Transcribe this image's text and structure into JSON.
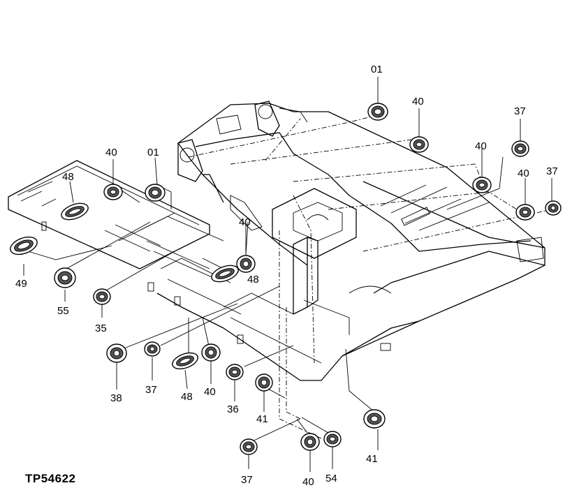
{
  "drawing_code": "TP54622",
  "callouts": [
    {
      "id": "c01a",
      "text": "01"
    },
    {
      "id": "c40a",
      "text": "40"
    },
    {
      "id": "c37a",
      "text": "37"
    },
    {
      "id": "c40b",
      "text": "40"
    },
    {
      "id": "c40c",
      "text": "40"
    },
    {
      "id": "c37b",
      "text": "37"
    },
    {
      "id": "c40d",
      "text": "40"
    },
    {
      "id": "c01b",
      "text": "01"
    },
    {
      "id": "c48a",
      "text": "48"
    },
    {
      "id": "c40e",
      "text": "40"
    },
    {
      "id": "c48b",
      "text": "48"
    },
    {
      "id": "c49",
      "text": "49"
    },
    {
      "id": "c55",
      "text": "55"
    },
    {
      "id": "c35",
      "text": "35"
    },
    {
      "id": "c38",
      "text": "38"
    },
    {
      "id": "c37c",
      "text": "37"
    },
    {
      "id": "c48c",
      "text": "48"
    },
    {
      "id": "c40f",
      "text": "40"
    },
    {
      "id": "c36",
      "text": "36"
    },
    {
      "id": "c41a",
      "text": "41"
    },
    {
      "id": "c41b",
      "text": "41"
    },
    {
      "id": "c37d",
      "text": "37"
    },
    {
      "id": "c40g",
      "text": "40"
    },
    {
      "id": "c54",
      "text": "54"
    }
  ]
}
